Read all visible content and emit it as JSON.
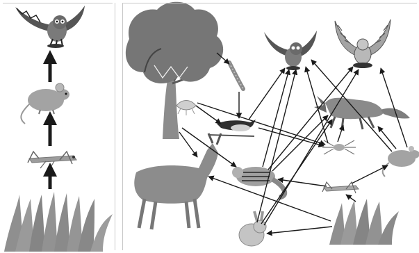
{
  "colors": {
    "background": "#ffffff",
    "tree_canopy": "#7a7a7a",
    "tree_trunk": "#8c8c8c",
    "plant": "#8f8f8f",
    "animal_fill": "#9a9a9a",
    "animal_dark": "#3c3c3c",
    "arrow": "#1a1a1a",
    "panel_border": "#c8c8c8"
  },
  "food_chain": {
    "organisms": [
      {
        "name": "owl",
        "icon": "owl-icon"
      },
      {
        "name": "mouse",
        "icon": "mouse-icon"
      },
      {
        "name": "grasshopper",
        "icon": "grasshopper-icon"
      },
      {
        "name": "grass",
        "icon": "grass-icon"
      }
    ],
    "links": [
      {
        "from": "grass",
        "to": "grasshopper"
      },
      {
        "from": "grasshopper",
        "to": "mouse"
      },
      {
        "from": "mouse",
        "to": "owl"
      }
    ]
  },
  "food_web": {
    "organisms": [
      {
        "name": "tree",
        "icon": "tree-icon"
      },
      {
        "name": "caterpillar",
        "icon": "caterpillar-icon"
      },
      {
        "name": "owl",
        "icon": "owl-icon"
      },
      {
        "name": "hawk",
        "icon": "hawk-icon"
      },
      {
        "name": "fox",
        "icon": "fox-icon"
      },
      {
        "name": "aphid",
        "icon": "aphid-icon"
      },
      {
        "name": "bird",
        "icon": "bird-icon"
      },
      {
        "name": "spider",
        "icon": "spider-icon"
      },
      {
        "name": "deer",
        "icon": "deer-icon"
      },
      {
        "name": "chipmunk",
        "icon": "chipmunk-icon"
      },
      {
        "name": "mouse",
        "icon": "mouse-icon"
      },
      {
        "name": "grasshopper",
        "icon": "grasshopper-icon"
      },
      {
        "name": "rabbit",
        "icon": "rabbit-icon"
      },
      {
        "name": "grass",
        "icon": "grass-icon"
      }
    ],
    "links": [
      {
        "from": "tree",
        "to": "caterpillar"
      },
      {
        "from": "tree",
        "to": "deer"
      },
      {
        "from": "tree",
        "to": "chipmunk"
      },
      {
        "from": "aphid",
        "to": "bird"
      },
      {
        "from": "aphid",
        "to": "spider"
      },
      {
        "from": "caterpillar",
        "to": "bird"
      },
      {
        "from": "bird",
        "to": "owl"
      },
      {
        "from": "bird",
        "to": "spider"
      },
      {
        "from": "chipmunk",
        "to": "owl"
      },
      {
        "from": "chipmunk",
        "to": "hawk"
      },
      {
        "from": "chipmunk",
        "to": "fox"
      },
      {
        "from": "spider",
        "to": "owl"
      },
      {
        "from": "spider",
        "to": "fox"
      },
      {
        "from": "mouse",
        "to": "owl"
      },
      {
        "from": "mouse",
        "to": "fox"
      },
      {
        "from": "mouse",
        "to": "hawk"
      },
      {
        "from": "grasshopper",
        "to": "mouse"
      },
      {
        "from": "grasshopper",
        "to": "chipmunk"
      },
      {
        "from": "grass",
        "to": "grasshopper"
      },
      {
        "from": "grass",
        "to": "rabbit"
      },
      {
        "from": "grass",
        "to": "deer"
      },
      {
        "from": "rabbit",
        "to": "owl"
      },
      {
        "from": "rabbit",
        "to": "fox"
      },
      {
        "from": "rabbit",
        "to": "hawk"
      }
    ]
  }
}
